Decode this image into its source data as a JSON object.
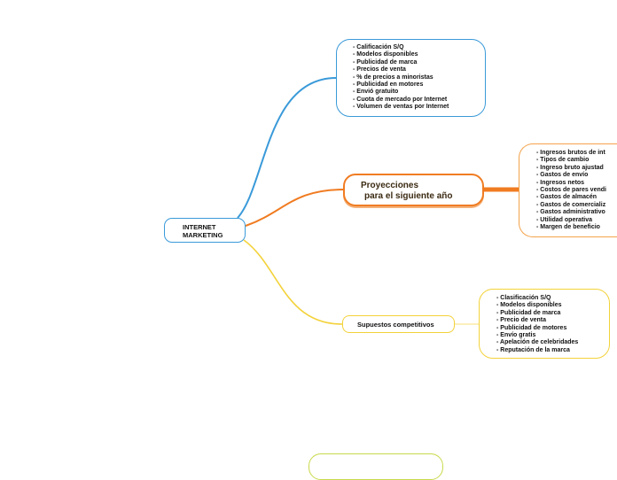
{
  "root": {
    "line1": "INTERNET",
    "line2": "MARKETING"
  },
  "branches": {
    "proyecciones": {
      "line1": "Proyecciones",
      "line2": "para el siguiente año",
      "items": [
        "- Ingresos brutos de int",
        "- Tipos de cambio",
        "- Ingreso bruto ajustad",
        "- Gastos de envío",
        "- Ingresos netos",
        "- Costos de pares vendi",
        "- Gastos de almacén",
        "- Gastos de comercializ",
        "- Gastos administrativo",
        "- Utilidad operativa",
        "- Margen de beneficio"
      ]
    },
    "supuestos": {
      "label": "Supuestos competitivos",
      "items": [
        "- Clasificación S/Q",
        "- Modelos disponibles",
        "- Publicidad de marca",
        "- Precio de venta",
        "- Publicidad de motores",
        "- Envío gratis",
        "- Apelación de celebridades",
        "- Reputación de la marca"
      ]
    },
    "top": {
      "items": [
        "- Calificación S/Q",
        "- Modelos disponibles",
        "- Publicidad de marca",
        "- Precios de venta",
        "- % de precios a minoristas",
        "- Publicidad en motores",
        "- Envió gratuito",
        "- Cuota de mercado por Internet",
        "- Volumen de ventas por Internet"
      ]
    }
  },
  "colors": {
    "blue": "#3a9ad9",
    "orange": "#f07c22",
    "yellow": "#f3d23a",
    "green": "#c9d94a"
  }
}
